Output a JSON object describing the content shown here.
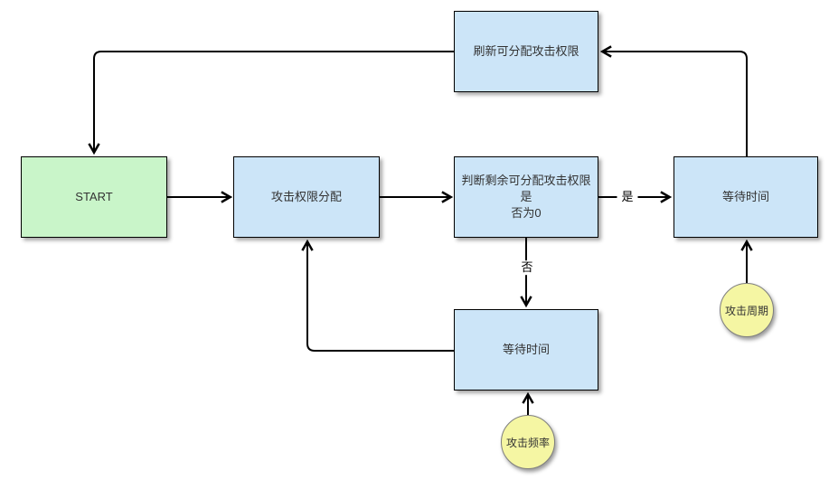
{
  "diagram": {
    "nodes": {
      "start": {
        "label": "START",
        "type": "start"
      },
      "refresh": {
        "label": "刷新可分配攻击权限",
        "type": "process"
      },
      "allocate": {
        "label": "攻击权限分配",
        "type": "process"
      },
      "decision": {
        "label": "判断剩余可分配攻击权限是\n否为0",
        "type": "process"
      },
      "wait_right": {
        "label": "等待时间",
        "type": "process"
      },
      "wait_bottom": {
        "label": "等待时间",
        "type": "process"
      },
      "attack_cycle": {
        "label": "攻击周期",
        "type": "event"
      },
      "attack_freq": {
        "label": "攻击频率",
        "type": "event"
      }
    },
    "edge_labels": {
      "yes": "是",
      "no": "否"
    },
    "colors": {
      "process_fill": "#cce5f8",
      "start_fill": "#c9f5c9",
      "event_fill": "#f5f6a3",
      "border": "#000000",
      "event_border": "#7f7f7f",
      "line": "#000000",
      "text": "#333333"
    }
  }
}
